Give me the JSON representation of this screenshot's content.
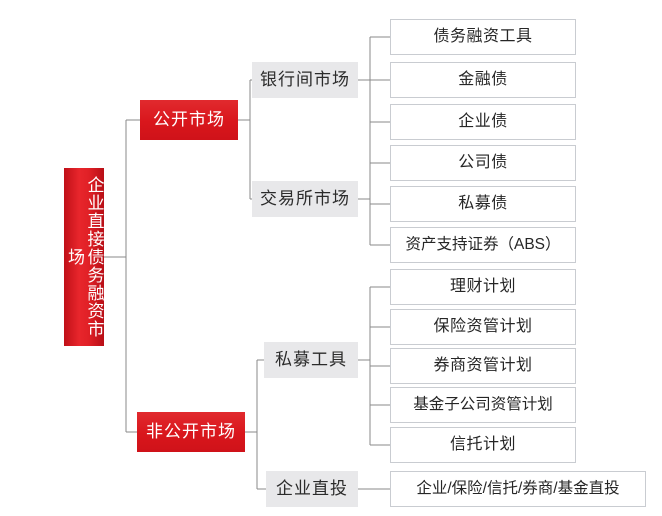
{
  "diagram": {
    "title": "企业直接债务融资市场",
    "type": "tree",
    "colors": {
      "root_red": "#d9161c",
      "level2_red": "#d9161c",
      "level3_grey": "#e8e8ea",
      "leaf_border": "#c9ccd1",
      "connector": "#8a8a8a",
      "background": "#ffffff"
    },
    "root": {
      "label": "企业直接债务融资市场",
      "orientation": "vertical"
    },
    "level2": [
      {
        "id": "public-market",
        "label": "公开市场"
      },
      {
        "id": "non-public-market",
        "label": "非公开市场"
      }
    ],
    "level3": [
      {
        "id": "interbank-market",
        "label": "银行间市场",
        "parent": "public-market"
      },
      {
        "id": "exchange-market",
        "label": "交易所市场",
        "parent": "public-market"
      },
      {
        "id": "private-placement-tools",
        "label": "私募工具",
        "parent": "non-public-market"
      },
      {
        "id": "corporate-direct-investment",
        "label": "企业直投",
        "parent": "non-public-market"
      }
    ],
    "leaves": [
      {
        "id": "debt-financing-instrument",
        "label": "债务融资工具",
        "parent": "interbank-market"
      },
      {
        "id": "financial-bond",
        "label": "金融债",
        "parent": "interbank-market"
      },
      {
        "id": "enterprise-bond",
        "label": "企业债",
        "parent": "interbank-market"
      },
      {
        "id": "corporate-bond",
        "label": "公司债",
        "parent": "exchange-market"
      },
      {
        "id": "private-placement-bond",
        "label": "私募债",
        "parent": "exchange-market"
      },
      {
        "id": "abs",
        "label": "资产支持证券（ABS）",
        "parent": "exchange-market"
      },
      {
        "id": "wealth-management-plan",
        "label": "理财计划",
        "parent": "private-placement-tools"
      },
      {
        "id": "insurance-asset-management-plan",
        "label": "保险资管计划",
        "parent": "private-placement-tools"
      },
      {
        "id": "securities-asset-management-plan",
        "label": "券商资管计划",
        "parent": "private-placement-tools"
      },
      {
        "id": "fund-subsidiary-asset-management-plan",
        "label": "基金子公司资管计划",
        "parent": "private-placement-tools"
      },
      {
        "id": "trust-plan",
        "label": "信托计划",
        "parent": "private-placement-tools"
      },
      {
        "id": "direct-investment-entities",
        "label": "企业/保险/信托/券商/基金直投",
        "parent": "corporate-direct-investment"
      }
    ]
  }
}
